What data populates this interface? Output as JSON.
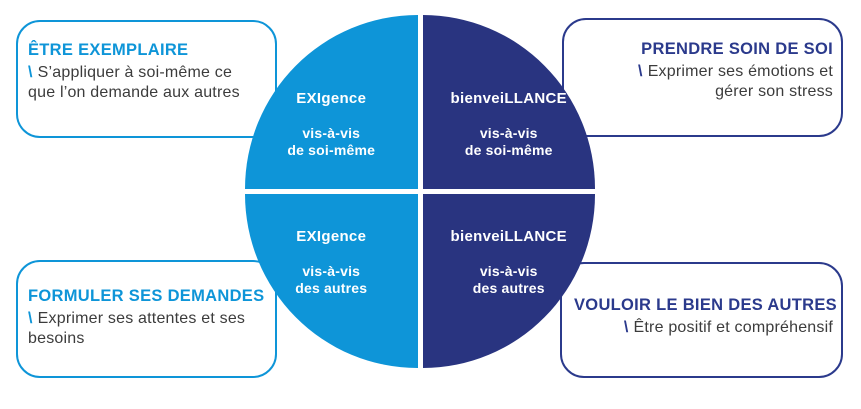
{
  "colors": {
    "light_blue": "#0E95D8",
    "navy_fill": "#293480",
    "navy_accent": "#2B3A8C",
    "body_text": "#3C3C3C"
  },
  "matrix": {
    "top_left": {
      "axis": "EXIgence",
      "scope_line1": "vis-à-vis",
      "scope_line2": "de soi-même"
    },
    "top_right": {
      "axis": "bienveiLLANCE",
      "scope_line1": "vis-à-vis",
      "scope_line2": "de soi-même"
    },
    "bottom_left": {
      "axis": "EXIgence",
      "scope_line1": "vis-à-vis",
      "scope_line2": "des autres"
    },
    "bottom_right": {
      "axis": "bienveiLLANCE",
      "scope_line1": "vis-à-vis",
      "scope_line2": "des autres"
    }
  },
  "callouts": {
    "top_left": {
      "title": "ÊTRE EXEMPLAIRE",
      "slash": "\\",
      "line1": "S’appliquer à soi-même ce",
      "line2": "que l’on demande aux autres"
    },
    "top_right": {
      "title": "PRENDRE SOIN DE SOI",
      "slash": "\\",
      "line1": "Exprimer ses émotions et",
      "line2": "gérer son stress"
    },
    "bottom_left": {
      "title": "FORMULER SES DEMANDES",
      "slash": "\\",
      "line1": "Exprimer ses attentes et ses",
      "line2": "besoins"
    },
    "bottom_right": {
      "title": "VOULOIR LE BIEN DES AUTRES",
      "slash": "\\",
      "line1": "Être positif et compréhensif",
      "line2": ""
    }
  }
}
